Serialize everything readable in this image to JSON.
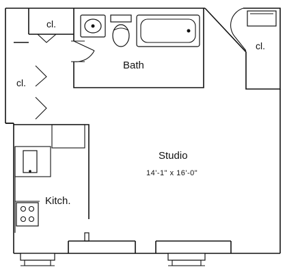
{
  "rooms": {
    "bath": "Bath",
    "studio": "Studio",
    "studio_dimensions": "14'-1\" x 16'-0\"",
    "kitchen": "Kitch."
  },
  "closets": {
    "top_left": "cl.",
    "left": "cl.",
    "right": "cl."
  },
  "colors": {
    "ink": "#111111",
    "background": "#ffffff"
  }
}
